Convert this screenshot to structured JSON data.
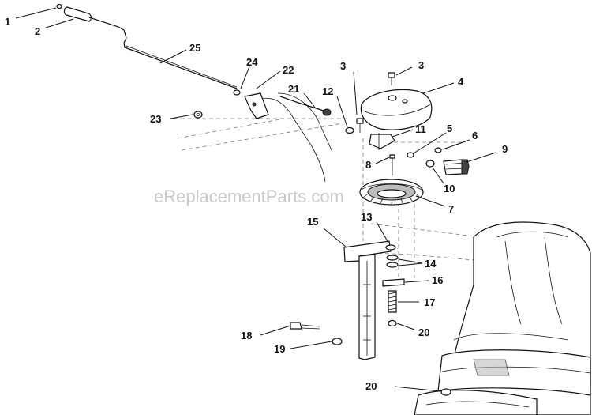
{
  "watermark": "eReplacementParts.com",
  "callouts": [
    "1",
    "2",
    "25",
    "24",
    "22",
    "3",
    "3",
    "4",
    "21",
    "12",
    "23",
    "11",
    "5",
    "6",
    "9",
    "8",
    "10",
    "7",
    "13",
    "15",
    "14",
    "16",
    "17",
    "18",
    "20",
    "19",
    "20"
  ]
}
